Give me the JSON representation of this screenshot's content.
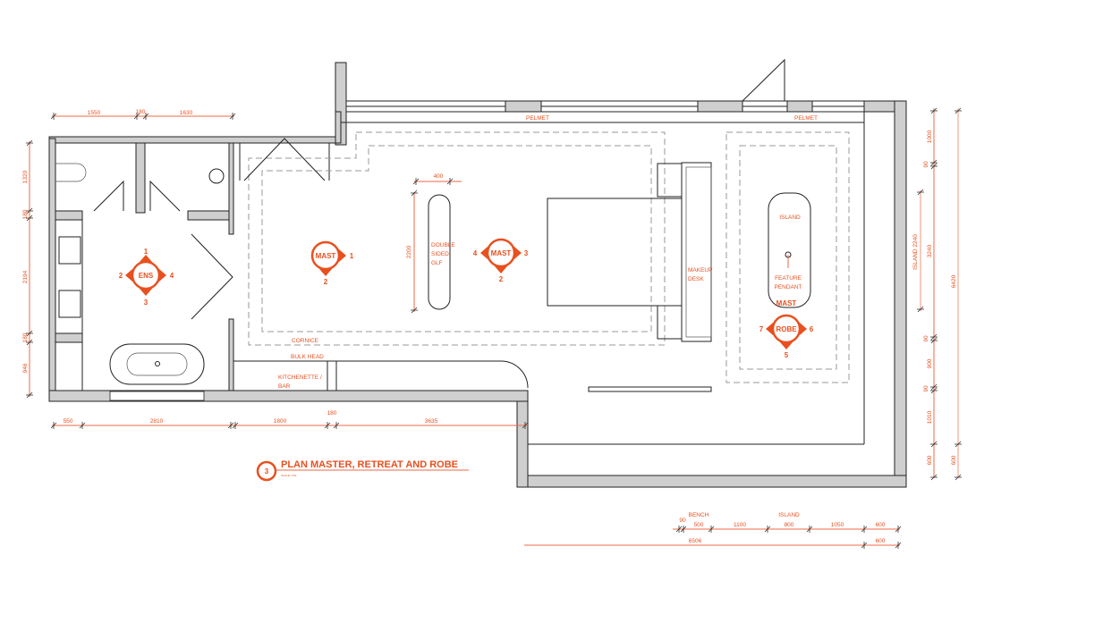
{
  "title": {
    "number": "3",
    "text": "PLAN MASTER, RETREAT AND ROBE",
    "scale": "SCALE: 1:50"
  },
  "labels": {
    "pelmet_1": "PELMET",
    "pelmet_2": "PELMET",
    "cornice": "CORNICE",
    "bulk_head": "BULK HEAD",
    "kitchenette_1": "KITCHENETTE /",
    "kitchenette_2": "BAR",
    "glf_1": "DOUBLE",
    "glf_2": "SIDED",
    "glf_3": "GLF",
    "makeup_1": "MAKEUP",
    "makeup_2": "DESK",
    "island": "ISLAND",
    "pendant_1": "FEATURE",
    "pendant_2": "PENDANT",
    "mast_robe": "MAST"
  },
  "markers": {
    "ens": {
      "label": "ENS",
      "n": [
        "1",
        "2",
        "3",
        "4"
      ]
    },
    "mast1": {
      "label": "MAST",
      "n": [
        "1",
        "2"
      ]
    },
    "mast2": {
      "label": "MAST",
      "n": [
        "4",
        "3",
        "2"
      ]
    },
    "robe": {
      "label": "ROBE",
      "n": [
        "7",
        "6",
        "5"
      ]
    }
  },
  "dims": {
    "top": [
      "1550",
      "180",
      "1630"
    ],
    "left": [
      "1320",
      "180",
      "2194",
      "180",
      "946"
    ],
    "bottom": [
      "550",
      "2810",
      "1800",
      "180",
      "3635"
    ],
    "right": [
      "1000",
      "90",
      "3240",
      "90",
      "900",
      "90",
      "1010",
      "600"
    ],
    "right_total": [
      "6420",
      "600"
    ],
    "island": "ISLAND 2240",
    "glf_w": "400",
    "glf_h": "2200",
    "robe_row1": [
      "90",
      "BENCH",
      "500",
      "1100",
      "ISLAND",
      "800",
      "1050",
      "600"
    ],
    "robe_row2": [
      "6506",
      "600"
    ]
  },
  "colors": {
    "accent": "#e8501f",
    "wall": "#cfcfcf"
  }
}
